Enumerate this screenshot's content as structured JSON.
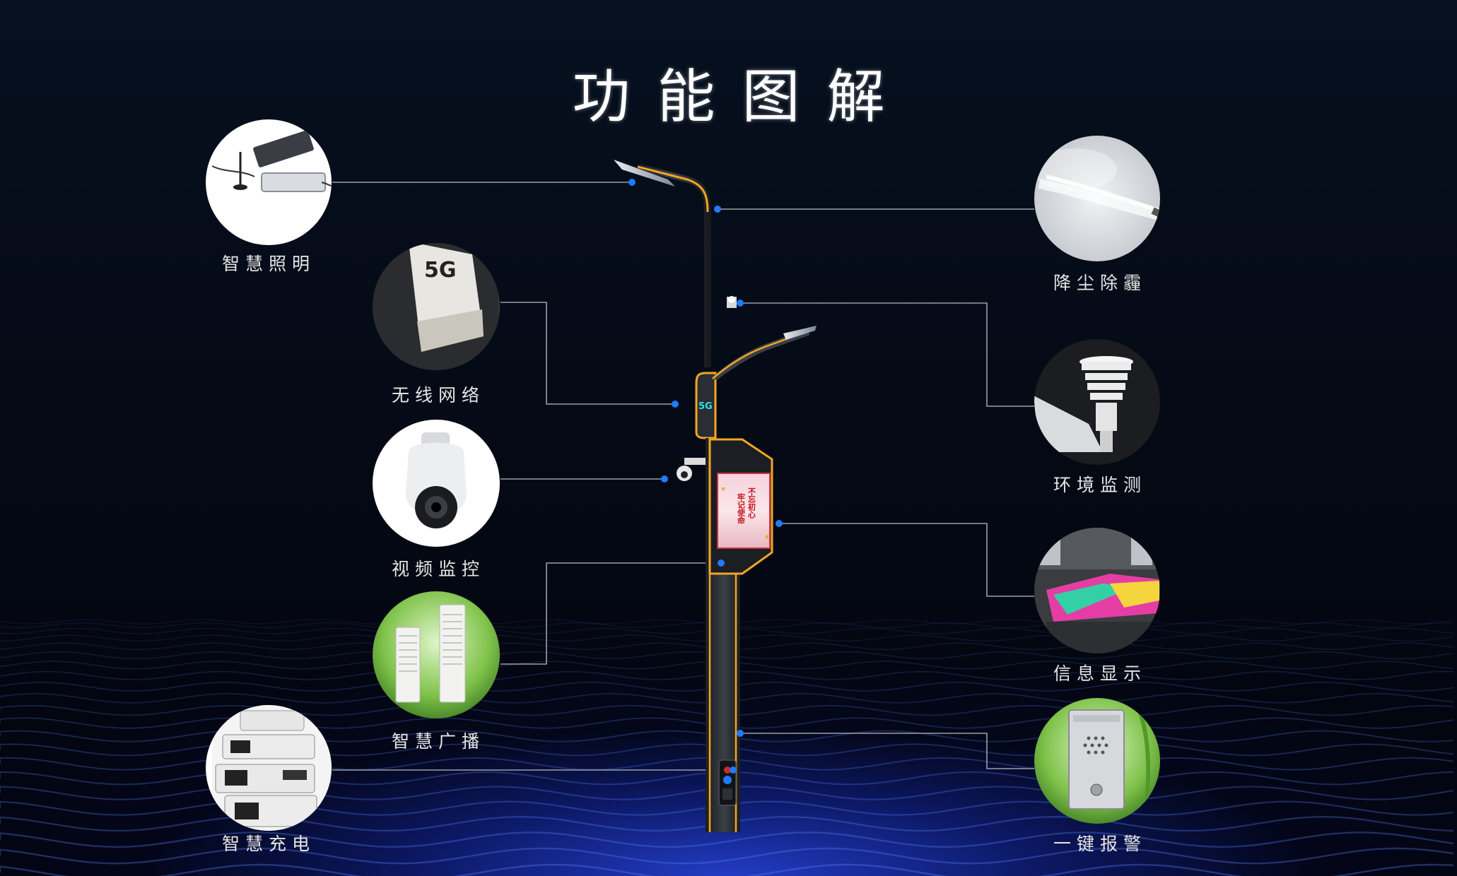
{
  "title": "功能图解",
  "screen_text": {
    "line1": "不忘初心",
    "line2": "牢记使命"
  },
  "pole_badge": "5G",
  "colors": {
    "accent": "#f2a623",
    "connector": "#9aa0a8",
    "dot": "#1f7bff",
    "pole": "#2b2f35"
  },
  "features": [
    {
      "key": "lighting",
      "label": "智慧照明",
      "icon": "smart-light-controller-icon"
    },
    {
      "key": "wireless",
      "label": "无线网络",
      "icon": "5g-antenna-icon"
    },
    {
      "key": "video",
      "label": "视频监控",
      "icon": "dome-camera-icon"
    },
    {
      "key": "broadcast",
      "label": "智慧广播",
      "icon": "column-speaker-icon"
    },
    {
      "key": "charging",
      "label": "智慧充电",
      "icon": "ev-charger-icon"
    },
    {
      "key": "dust",
      "label": "降尘除霾",
      "icon": "water-mist-icon"
    },
    {
      "key": "environment",
      "label": "环境监测",
      "icon": "weather-sensor-icon"
    },
    {
      "key": "display",
      "label": "信息显示",
      "icon": "led-display-icon"
    },
    {
      "key": "alarm",
      "label": "一键报警",
      "icon": "emergency-call-icon"
    }
  ]
}
